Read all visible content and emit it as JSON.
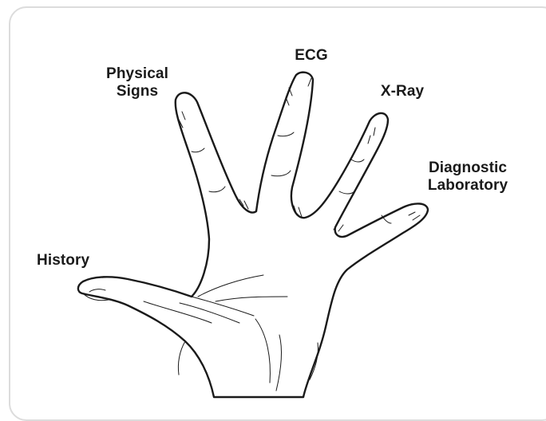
{
  "labels": {
    "physical_signs": [
      "Physical",
      "Signs"
    ],
    "ecg": "ECG",
    "xray": "X-Ray",
    "diagnostic_laboratory": [
      "Diagnostic",
      "Laboratory"
    ],
    "history": "History"
  },
  "colors": {
    "ink": "#1a1a1a",
    "frame_border": "#dcdcdc",
    "background": "#ffffff"
  }
}
